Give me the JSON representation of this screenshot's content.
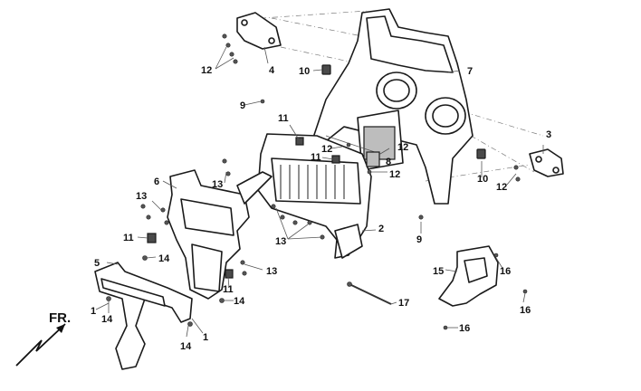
{
  "callouts": {
    "c1a": "1",
    "c1b": "1",
    "c2": "2",
    "c3": "3",
    "c4": "4",
    "c5": "5",
    "c6": "6",
    "c7": "7",
    "c8": "8",
    "c9a": "9",
    "c9b": "9",
    "c10a": "10",
    "c10b": "10",
    "c11a": "11",
    "c11b": "11",
    "c11c": "11",
    "c11d": "11",
    "c12a": "12",
    "c12b": "12",
    "c12c": "12",
    "c12d": "12",
    "c13a": "13",
    "c13b": "13",
    "c13c": "13",
    "c13d": "13",
    "c14a": "14",
    "c14b": "14",
    "c14c": "14",
    "c14d": "14",
    "c15": "15",
    "c16a": "16",
    "c16b": "16",
    "c16c": "16",
    "c17": "17"
  },
  "direction_label": "FR."
}
